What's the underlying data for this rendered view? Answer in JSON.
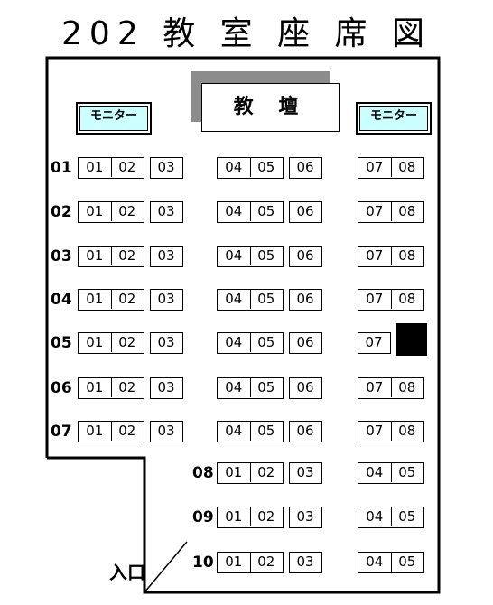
{
  "title": "202 教 室 座 席 図",
  "teacher_desk": "教 壇",
  "monitor_left": "モニター",
  "monitor_right": "モニター",
  "entrance": "入口",
  "rows": [
    {
      "label": "01",
      "groups": [
        [
          [
            "01",
            "02"
          ],
          [
            "03"
          ]
        ],
        [
          [
            "04",
            "05"
          ],
          [
            "06"
          ]
        ],
        [
          [
            "07",
            "08"
          ]
        ]
      ]
    },
    {
      "label": "02",
      "groups": [
        [
          [
            "01",
            "02"
          ],
          [
            "03"
          ]
        ],
        [
          [
            "04",
            "05"
          ],
          [
            "06"
          ]
        ],
        [
          [
            "07",
            "08"
          ]
        ]
      ]
    },
    {
      "label": "03",
      "groups": [
        [
          [
            "01",
            "02"
          ],
          [
            "03"
          ]
        ],
        [
          [
            "04",
            "05"
          ],
          [
            "06"
          ]
        ],
        [
          [
            "07",
            "08"
          ]
        ]
      ]
    },
    {
      "label": "04",
      "groups": [
        [
          [
            "01",
            "02"
          ],
          [
            "03"
          ]
        ],
        [
          [
            "04",
            "05"
          ],
          [
            "06"
          ]
        ],
        [
          [
            "07",
            "08"
          ]
        ]
      ]
    },
    {
      "label": "05",
      "groups": [
        [
          [
            "01",
            "02"
          ],
          [
            "03"
          ]
        ],
        [
          [
            "04",
            "05"
          ],
          [
            "06"
          ]
        ],
        [
          [
            "07"
          ],
          [
            "BLOCKED"
          ]
        ]
      ]
    },
    {
      "label": "06",
      "groups": [
        [
          [
            "01",
            "02"
          ],
          [
            "03"
          ]
        ],
        [
          [
            "04",
            "05"
          ],
          [
            "06"
          ]
        ],
        [
          [
            "07",
            "08"
          ]
        ]
      ]
    },
    {
      "label": "07",
      "groups": [
        [
          [
            "01",
            "02"
          ],
          [
            "03"
          ]
        ],
        [
          [
            "04",
            "05"
          ],
          [
            "06"
          ]
        ],
        [
          [
            "07",
            "08"
          ]
        ]
      ]
    },
    {
      "label": "08",
      "groups": [
        [
          [
            "01",
            "02"
          ],
          [
            "03"
          ]
        ],
        [
          [
            "04",
            "05"
          ]
        ]
      ]
    },
    {
      "label": "09",
      "groups": [
        [
          [
            "01",
            "02"
          ],
          [
            "03"
          ]
        ],
        [
          [
            "04",
            "05"
          ]
        ]
      ]
    },
    {
      "label": "10",
      "groups": [
        [
          [
            "01",
            "02"
          ],
          [
            "03"
          ]
        ],
        [
          [
            "04",
            "05"
          ]
        ]
      ]
    }
  ]
}
